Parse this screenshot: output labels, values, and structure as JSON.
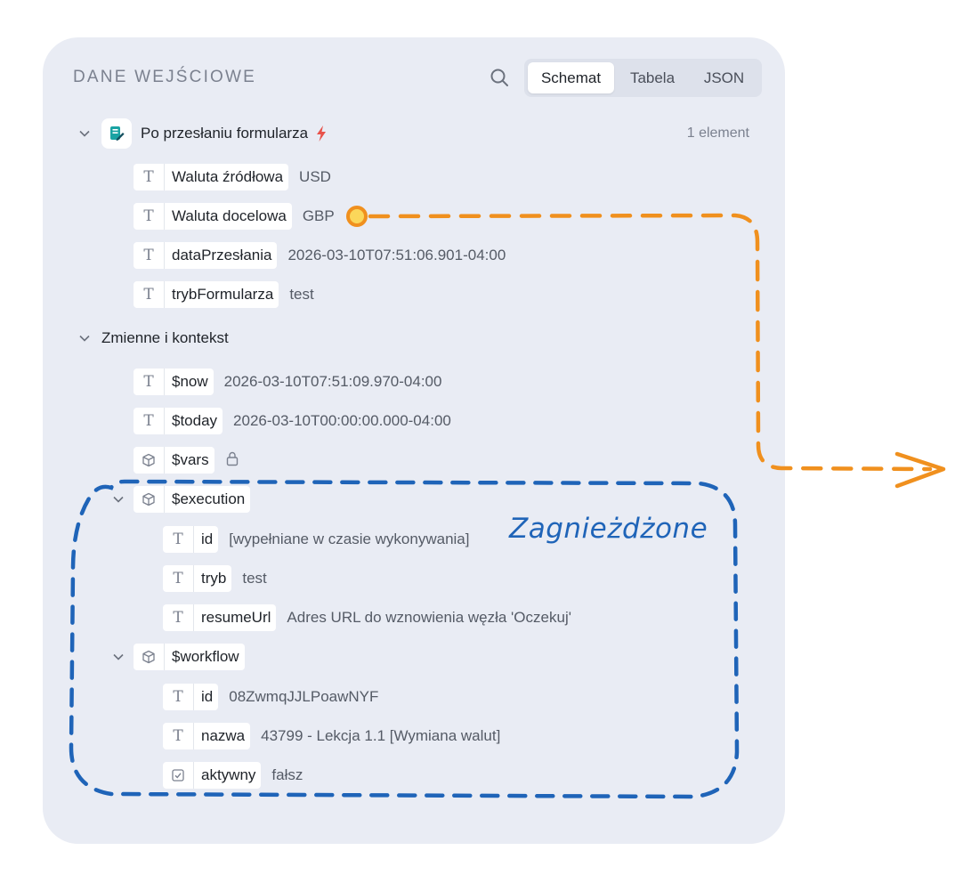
{
  "panel": {
    "title": "DANE WEJŚCIOWE",
    "tabs": [
      {
        "label": "Schemat",
        "active": true
      },
      {
        "label": "Tabela",
        "active": false
      },
      {
        "label": "JSON",
        "active": false
      }
    ]
  },
  "trigger": {
    "label": "Po przesłaniu formularza",
    "count": "1 element",
    "fields": [
      {
        "name": "Waluta źródłowa",
        "value": "USD",
        "type": "text"
      },
      {
        "name": "Waluta docelowa",
        "value": "GBP",
        "type": "text"
      },
      {
        "name": "dataPrzesłania",
        "value": "2026-03-10T07:51:06.901-04:00",
        "type": "text"
      },
      {
        "name": "trybFormularza",
        "value": "test",
        "type": "text"
      }
    ]
  },
  "context": {
    "label": "Zmienne i kontekst",
    "now": {
      "name": "$now",
      "value": "2026-03-10T07:51:09.970-04:00"
    },
    "today": {
      "name": "$today",
      "value": "2026-03-10T00:00:00.000-04:00"
    },
    "vars": {
      "name": "$vars"
    },
    "execution": {
      "name": "$execution",
      "fields": [
        {
          "name": "id",
          "value": "[wypełniane w czasie wykonywania]"
        },
        {
          "name": "tryb",
          "value": "test"
        },
        {
          "name": "resumeUrl",
          "value": "Adres URL do wznowienia węzła 'Oczekuj'"
        }
      ]
    },
    "workflow": {
      "name": "$workflow",
      "fields": [
        {
          "name": "id",
          "value": "08ZwmqJJLPoawNYF"
        },
        {
          "name": "nazwa",
          "value": "43799 - Lekcja 1.1 [Wymiana walut]"
        },
        {
          "name": "aktywny",
          "value": "fałsz"
        }
      ]
    }
  },
  "annotation": {
    "label": "Zagnieżdżone",
    "nested_color": "#1f64b8",
    "connector_color": "#f0901e"
  },
  "colors": {
    "panel_bg": "#e9ecf4",
    "trigger_accent": "#e8524a"
  }
}
